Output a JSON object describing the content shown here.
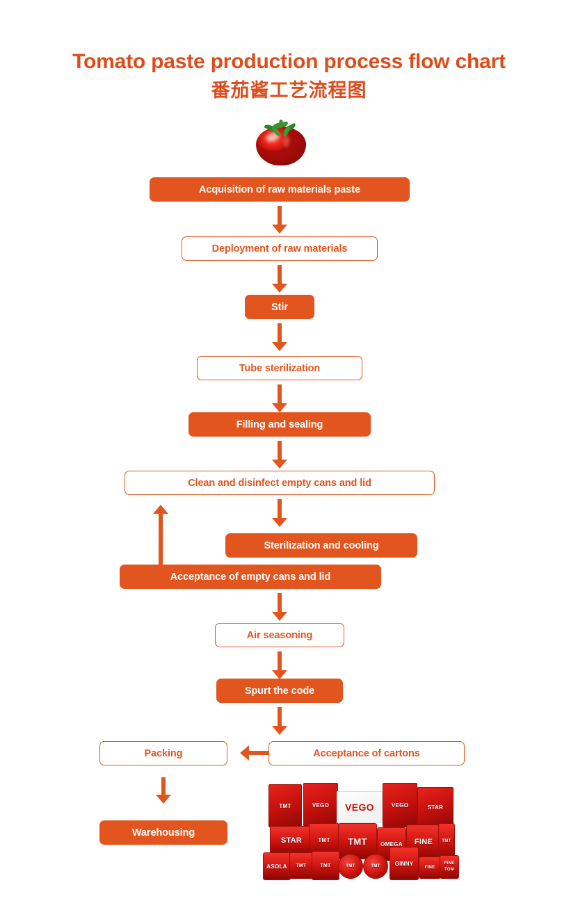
{
  "title": {
    "english": "Tomato paste production process flow chart",
    "chinese": "番茄酱工艺流程图"
  },
  "colors": {
    "accent": "#E2551E",
    "title": "#DE4C1B",
    "box_fill": "#E2551E",
    "box_outline": "#E2551E",
    "filled_text": "#FFFFFF",
    "outlined_text": "#E2551E",
    "background": "#FFFFFF"
  },
  "decorations": {
    "tomato_alt": "tomato-photo",
    "products_alt": "tomato-paste-products-collage"
  },
  "flow": {
    "nodes": [
      {
        "id": "acquisition",
        "label": "Acquisition of raw materials paste",
        "style": "filled"
      },
      {
        "id": "deployment",
        "label": "Deployment of raw materials",
        "style": "outlined"
      },
      {
        "id": "stir",
        "label": "Stir",
        "style": "filled"
      },
      {
        "id": "tube",
        "label": "Tube sterilization",
        "style": "outlined"
      },
      {
        "id": "filling",
        "label": "Filling and sealing",
        "style": "filled"
      },
      {
        "id": "clean",
        "label": "Clean and disinfect empty cans and lid",
        "style": "outlined"
      },
      {
        "id": "sterilization",
        "label": "Sterilization and cooling",
        "style": "filled"
      },
      {
        "id": "acceptcans",
        "label": "Acceptance of empty cans and lid",
        "style": "filled"
      },
      {
        "id": "air",
        "label": "Air seasoning",
        "style": "outlined"
      },
      {
        "id": "spurt",
        "label": "Spurt the code",
        "style": "filled"
      },
      {
        "id": "packing",
        "label": "Packing",
        "style": "outlined"
      },
      {
        "id": "cartons",
        "label": "Acceptance of cartons",
        "style": "outlined"
      },
      {
        "id": "warehousing",
        "label": "Warehousing",
        "style": "filled"
      }
    ],
    "edges": [
      {
        "from": "acquisition",
        "to": "deployment",
        "direction": "down"
      },
      {
        "from": "deployment",
        "to": "stir",
        "direction": "down"
      },
      {
        "from": "stir",
        "to": "tube",
        "direction": "down"
      },
      {
        "from": "tube",
        "to": "filling",
        "direction": "down"
      },
      {
        "from": "filling",
        "to": "clean",
        "direction": "down"
      },
      {
        "from": "clean",
        "to": "sterilization",
        "direction": "down"
      },
      {
        "from": "acceptcans",
        "to": "clean",
        "direction": "up"
      },
      {
        "from": "acceptcans",
        "to": "air",
        "direction": "down"
      },
      {
        "from": "air",
        "to": "spurt",
        "direction": "down"
      },
      {
        "from": "spurt",
        "to": "cartons",
        "direction": "down"
      },
      {
        "from": "cartons",
        "to": "packing",
        "direction": "left"
      },
      {
        "from": "packing",
        "to": "warehousing",
        "direction": "down"
      }
    ]
  },
  "products": [
    {
      "brand": "TMT"
    },
    {
      "brand": "VEGO"
    },
    {
      "brand": "VEGO"
    },
    {
      "brand": "VEGO"
    },
    {
      "brand": "STAR"
    },
    {
      "brand": "STAR"
    },
    {
      "brand": "TMT"
    },
    {
      "brand": "TMT"
    },
    {
      "brand": "OMEGA"
    },
    {
      "brand": "FINE"
    },
    {
      "brand": "TMT"
    },
    {
      "brand": "ASOLA"
    },
    {
      "brand": "TMT"
    },
    {
      "brand": "TMT"
    },
    {
      "brand": "GINNY"
    },
    {
      "brand": "FINE"
    },
    {
      "brand": "FINE TOM"
    }
  ]
}
